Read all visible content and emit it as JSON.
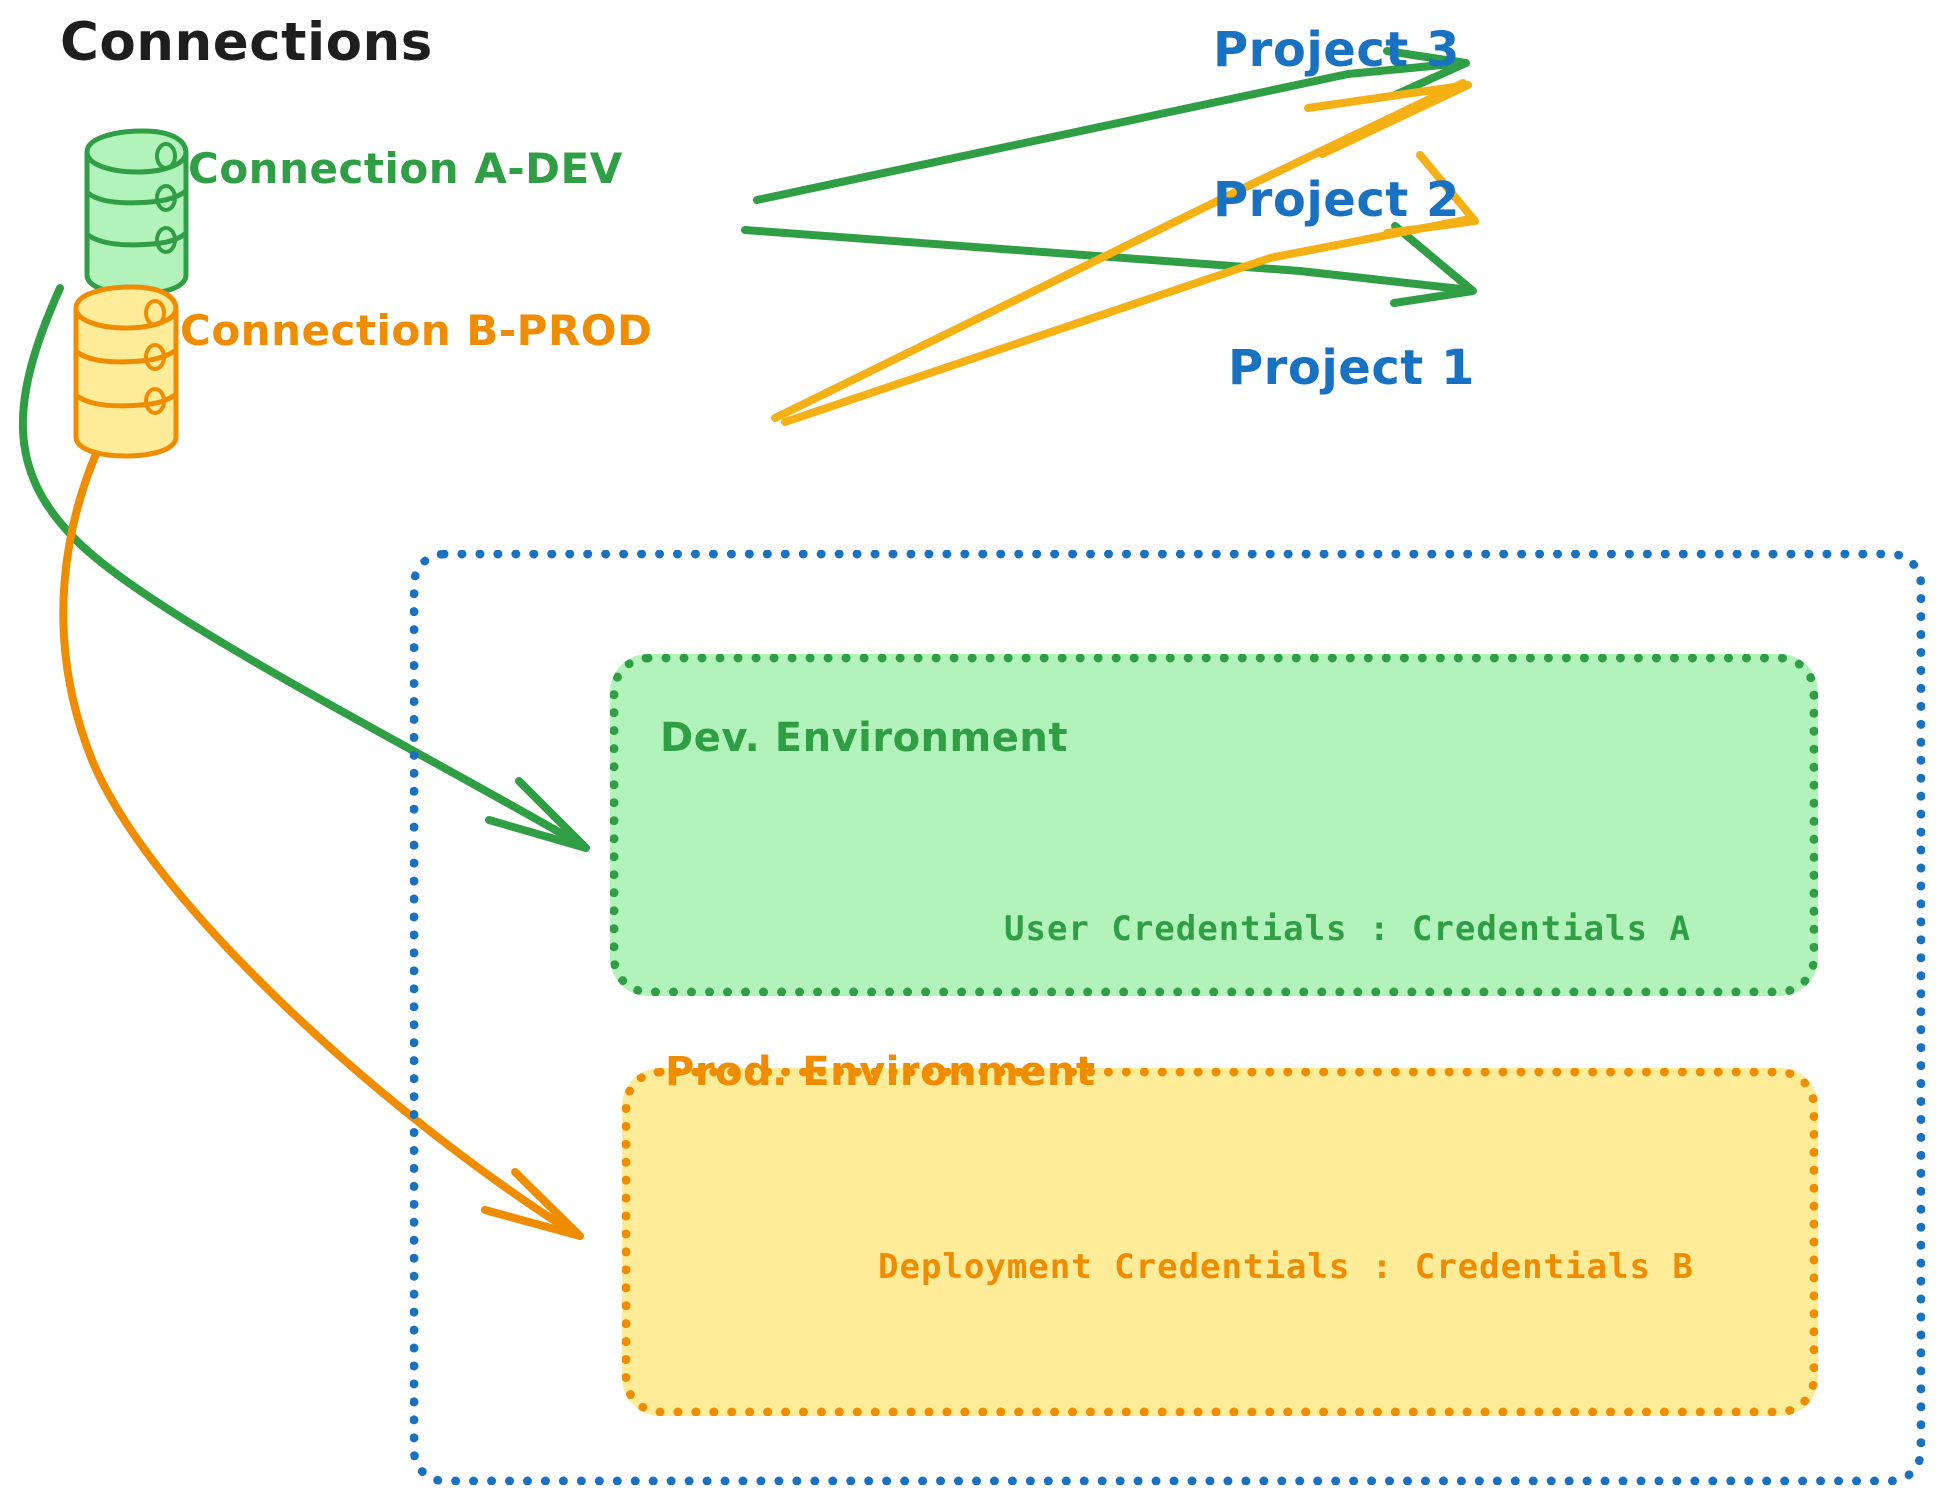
{
  "title": "Connections",
  "colors": {
    "green_stroke": "#2f9e44",
    "green_fill": "#b2f2bb",
    "orange_stroke": "#f08c00",
    "orange_fill": "#ffec99",
    "blue_stroke": "#1971c2",
    "black_text": "#1e1e1e",
    "background": "#ffffff"
  },
  "connections": [
    {
      "id": "a-dev",
      "label": "Connection A-DEV",
      "icon": "database-icon",
      "color": "#2f9e44"
    },
    {
      "id": "b-prod",
      "label": "Connection B-PROD",
      "icon": "database-icon",
      "color": "#f08c00"
    }
  ],
  "projects": [
    {
      "id": "project-3",
      "label": "Project 3",
      "color": "#1971c2"
    },
    {
      "id": "project-2",
      "label": "Project 2",
      "color": "#1971c2"
    },
    {
      "id": "project-1",
      "label": "Project 1",
      "color": "#1971c2"
    }
  ],
  "project_1": {
    "label": "Project 1",
    "environments": [
      {
        "id": "dev",
        "label": "Dev. Environment",
        "credential_label": "User Credentials",
        "credential_separator": ":",
        "credential_value": "Credentials A",
        "credential_line": "User Credentials : Credentials A",
        "color": "#2f9e44",
        "fill": "#b2f2bb"
      },
      {
        "id": "prod",
        "label": "Prod. Environment",
        "credential_label": "Deployment Credentials",
        "credential_separator": ":",
        "credential_value": "Credentials B",
        "credential_line": "Deployment Credentials : Credentials B",
        "color": "#f08c00",
        "fill": "#ffec99"
      }
    ]
  },
  "edges": [
    {
      "id": "a-dev-to-project-3",
      "from": "a-dev",
      "to": "project-3",
      "color": "#2f9e44"
    },
    {
      "id": "a-dev-to-project-2",
      "from": "a-dev",
      "to": "project-2",
      "color": "#2f9e44"
    },
    {
      "id": "a-dev-to-dev-env",
      "from": "a-dev",
      "to": "dev-env",
      "color": "#2f9e44"
    },
    {
      "id": "b-prod-to-project-3",
      "from": "b-prod",
      "to": "project-3",
      "color": "#f08c00"
    },
    {
      "id": "b-prod-to-project-2",
      "from": "b-prod",
      "to": "project-2",
      "color": "#f08c00"
    },
    {
      "id": "b-prod-to-prod-env",
      "from": "b-prod",
      "to": "prod-env",
      "color": "#f08c00"
    }
  ]
}
